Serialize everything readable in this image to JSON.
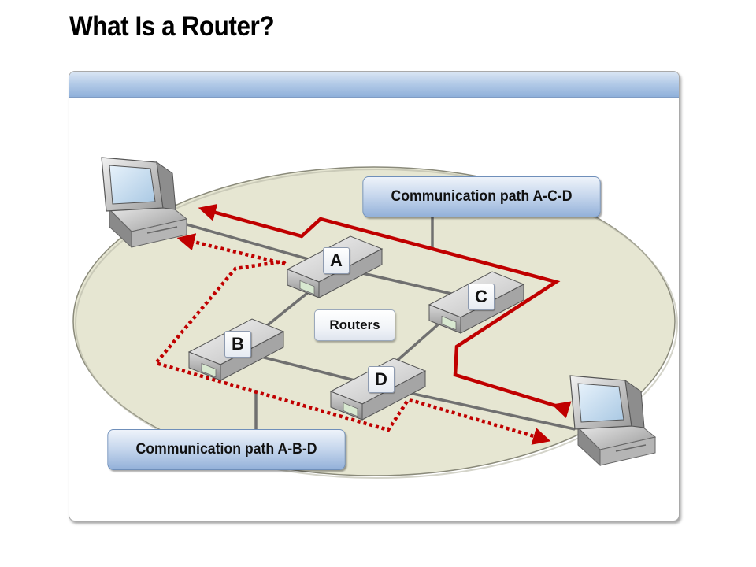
{
  "title": "What Is a Router?",
  "labels": {
    "path_acd": "Communication path A-C-D",
    "path_abd": "Communication path A-B-D",
    "routers": "Routers"
  },
  "routers": [
    {
      "id": "A",
      "label": "A"
    },
    {
      "id": "B",
      "label": "B"
    },
    {
      "id": "C",
      "label": "C"
    },
    {
      "id": "D",
      "label": "D"
    }
  ],
  "colors": {
    "path_line": "#c00000",
    "network_fill": "#e6e6d2",
    "link": "#707070"
  }
}
